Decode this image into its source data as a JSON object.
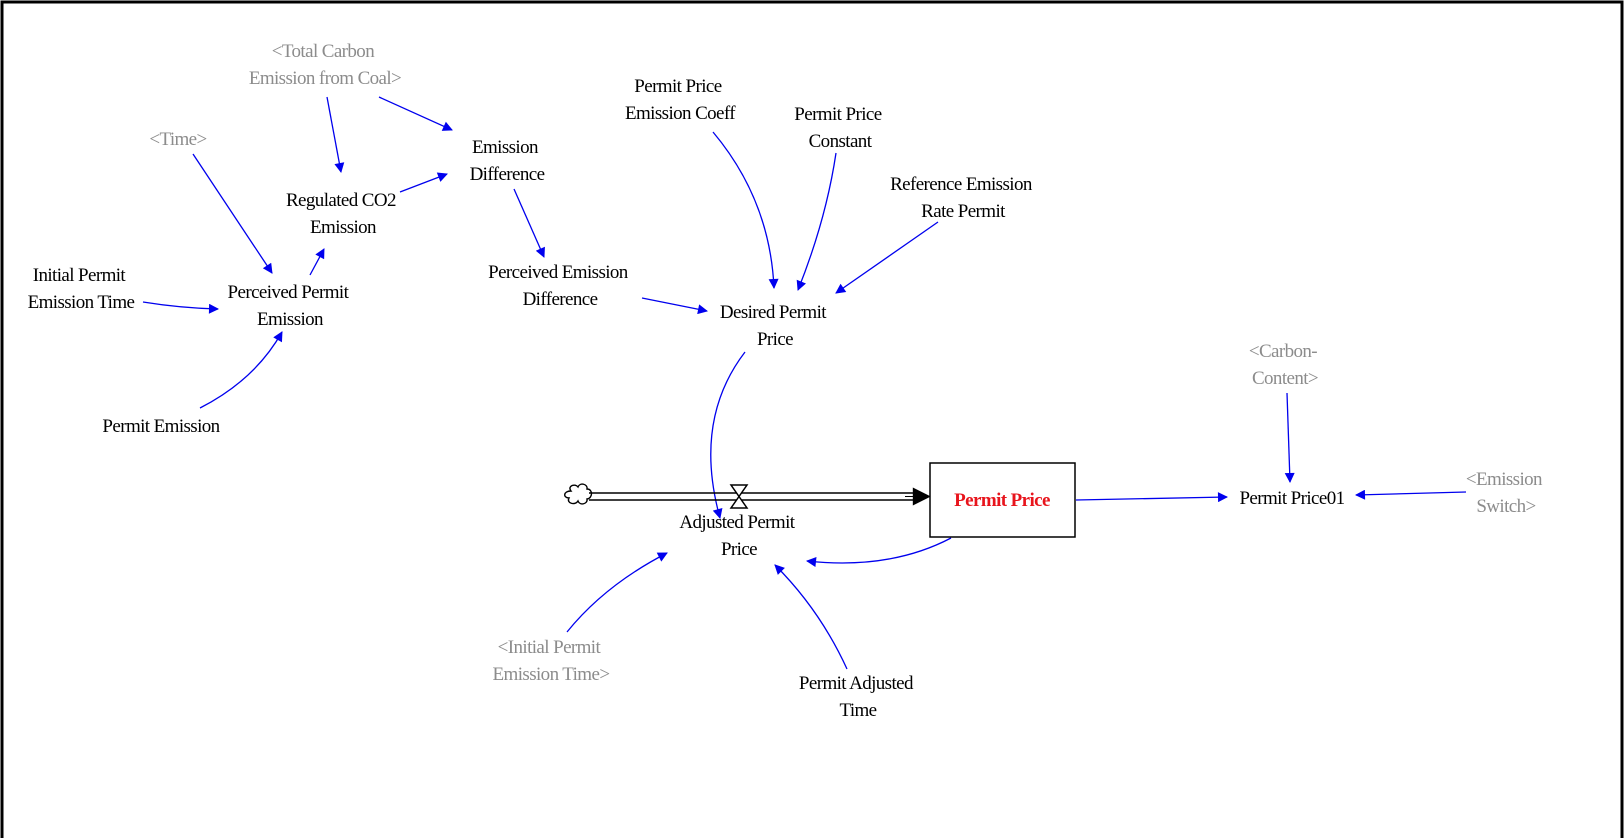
{
  "colors": {
    "link": "#0000ee",
    "variable": "#000000",
    "shadow_variable": "#8c8c8c",
    "stock_label": "#e8141c",
    "flow_pipe": "#000000",
    "frame": "#000000"
  },
  "variables": {
    "total_carbon_emission_from_coal": [
      "<Total Carbon",
      "Emission from Coal>"
    ],
    "time": [
      "<Time>"
    ],
    "emission_difference": [
      "Emission",
      "Difference"
    ],
    "regulated_co2_emission": [
      "Regulated CO2",
      "Emission"
    ],
    "initial_permit_emission_time": [
      "Initial Permit",
      "Emission Time"
    ],
    "perceived_permit_emission": [
      "Perceived Permit",
      "Emission"
    ],
    "permit_emission": [
      "Permit Emission"
    ],
    "perceived_emission_difference": [
      "Perceived Emission",
      "Difference"
    ],
    "permit_price_emission_coeff": [
      "Permit Price",
      "Emission Coeff"
    ],
    "permit_price_constant": [
      "Permit Price",
      "Constant"
    ],
    "reference_emission_rate_permit": [
      "Reference Emission",
      "Rate Permit"
    ],
    "desired_permit_price": [
      "Desired Permit",
      "Price"
    ],
    "carbon_content": [
      "<Carbon-",
      "Content>"
    ],
    "emission_switch": [
      "<Emission",
      "Switch>"
    ],
    "permit_price01": [
      "Permit Price01"
    ],
    "adjusted_permit_price": [
      "Adjusted Permit",
      "Price"
    ],
    "initial_permit_emission_time_shadow": [
      "<Initial Permit",
      "Emission Time>"
    ],
    "permit_adjusted_time": [
      "Permit Adjusted",
      "Time"
    ]
  },
  "stock": {
    "permit_price": "Permit Price"
  },
  "links": [
    {
      "from": "total_carbon_emission_from_coal",
      "to": "regulated_co2_emission"
    },
    {
      "from": "total_carbon_emission_from_coal",
      "to": "emission_difference"
    },
    {
      "from": "regulated_co2_emission",
      "to": "emission_difference"
    },
    {
      "from": "time",
      "to": "perceived_permit_emission"
    },
    {
      "from": "perceived_permit_emission",
      "to": "regulated_co2_emission"
    },
    {
      "from": "initial_permit_emission_time",
      "to": "perceived_permit_emission"
    },
    {
      "from": "permit_emission",
      "to": "perceived_permit_emission"
    },
    {
      "from": "emission_difference",
      "to": "perceived_emission_difference"
    },
    {
      "from": "perceived_emission_difference",
      "to": "desired_permit_price"
    },
    {
      "from": "permit_price_emission_coeff",
      "to": "desired_permit_price"
    },
    {
      "from": "permit_price_constant",
      "to": "desired_permit_price"
    },
    {
      "from": "reference_emission_rate_permit",
      "to": "desired_permit_price"
    },
    {
      "from": "desired_permit_price",
      "to": "adjusted_permit_price"
    },
    {
      "from": "permit_price",
      "to": "adjusted_permit_price"
    },
    {
      "from": "initial_permit_emission_time_shadow",
      "to": "adjusted_permit_price"
    },
    {
      "from": "permit_adjusted_time",
      "to": "adjusted_permit_price"
    },
    {
      "from": "permit_price",
      "to": "permit_price01"
    },
    {
      "from": "carbon_content",
      "to": "permit_price01"
    },
    {
      "from": "emission_switch",
      "to": "permit_price01"
    }
  ]
}
